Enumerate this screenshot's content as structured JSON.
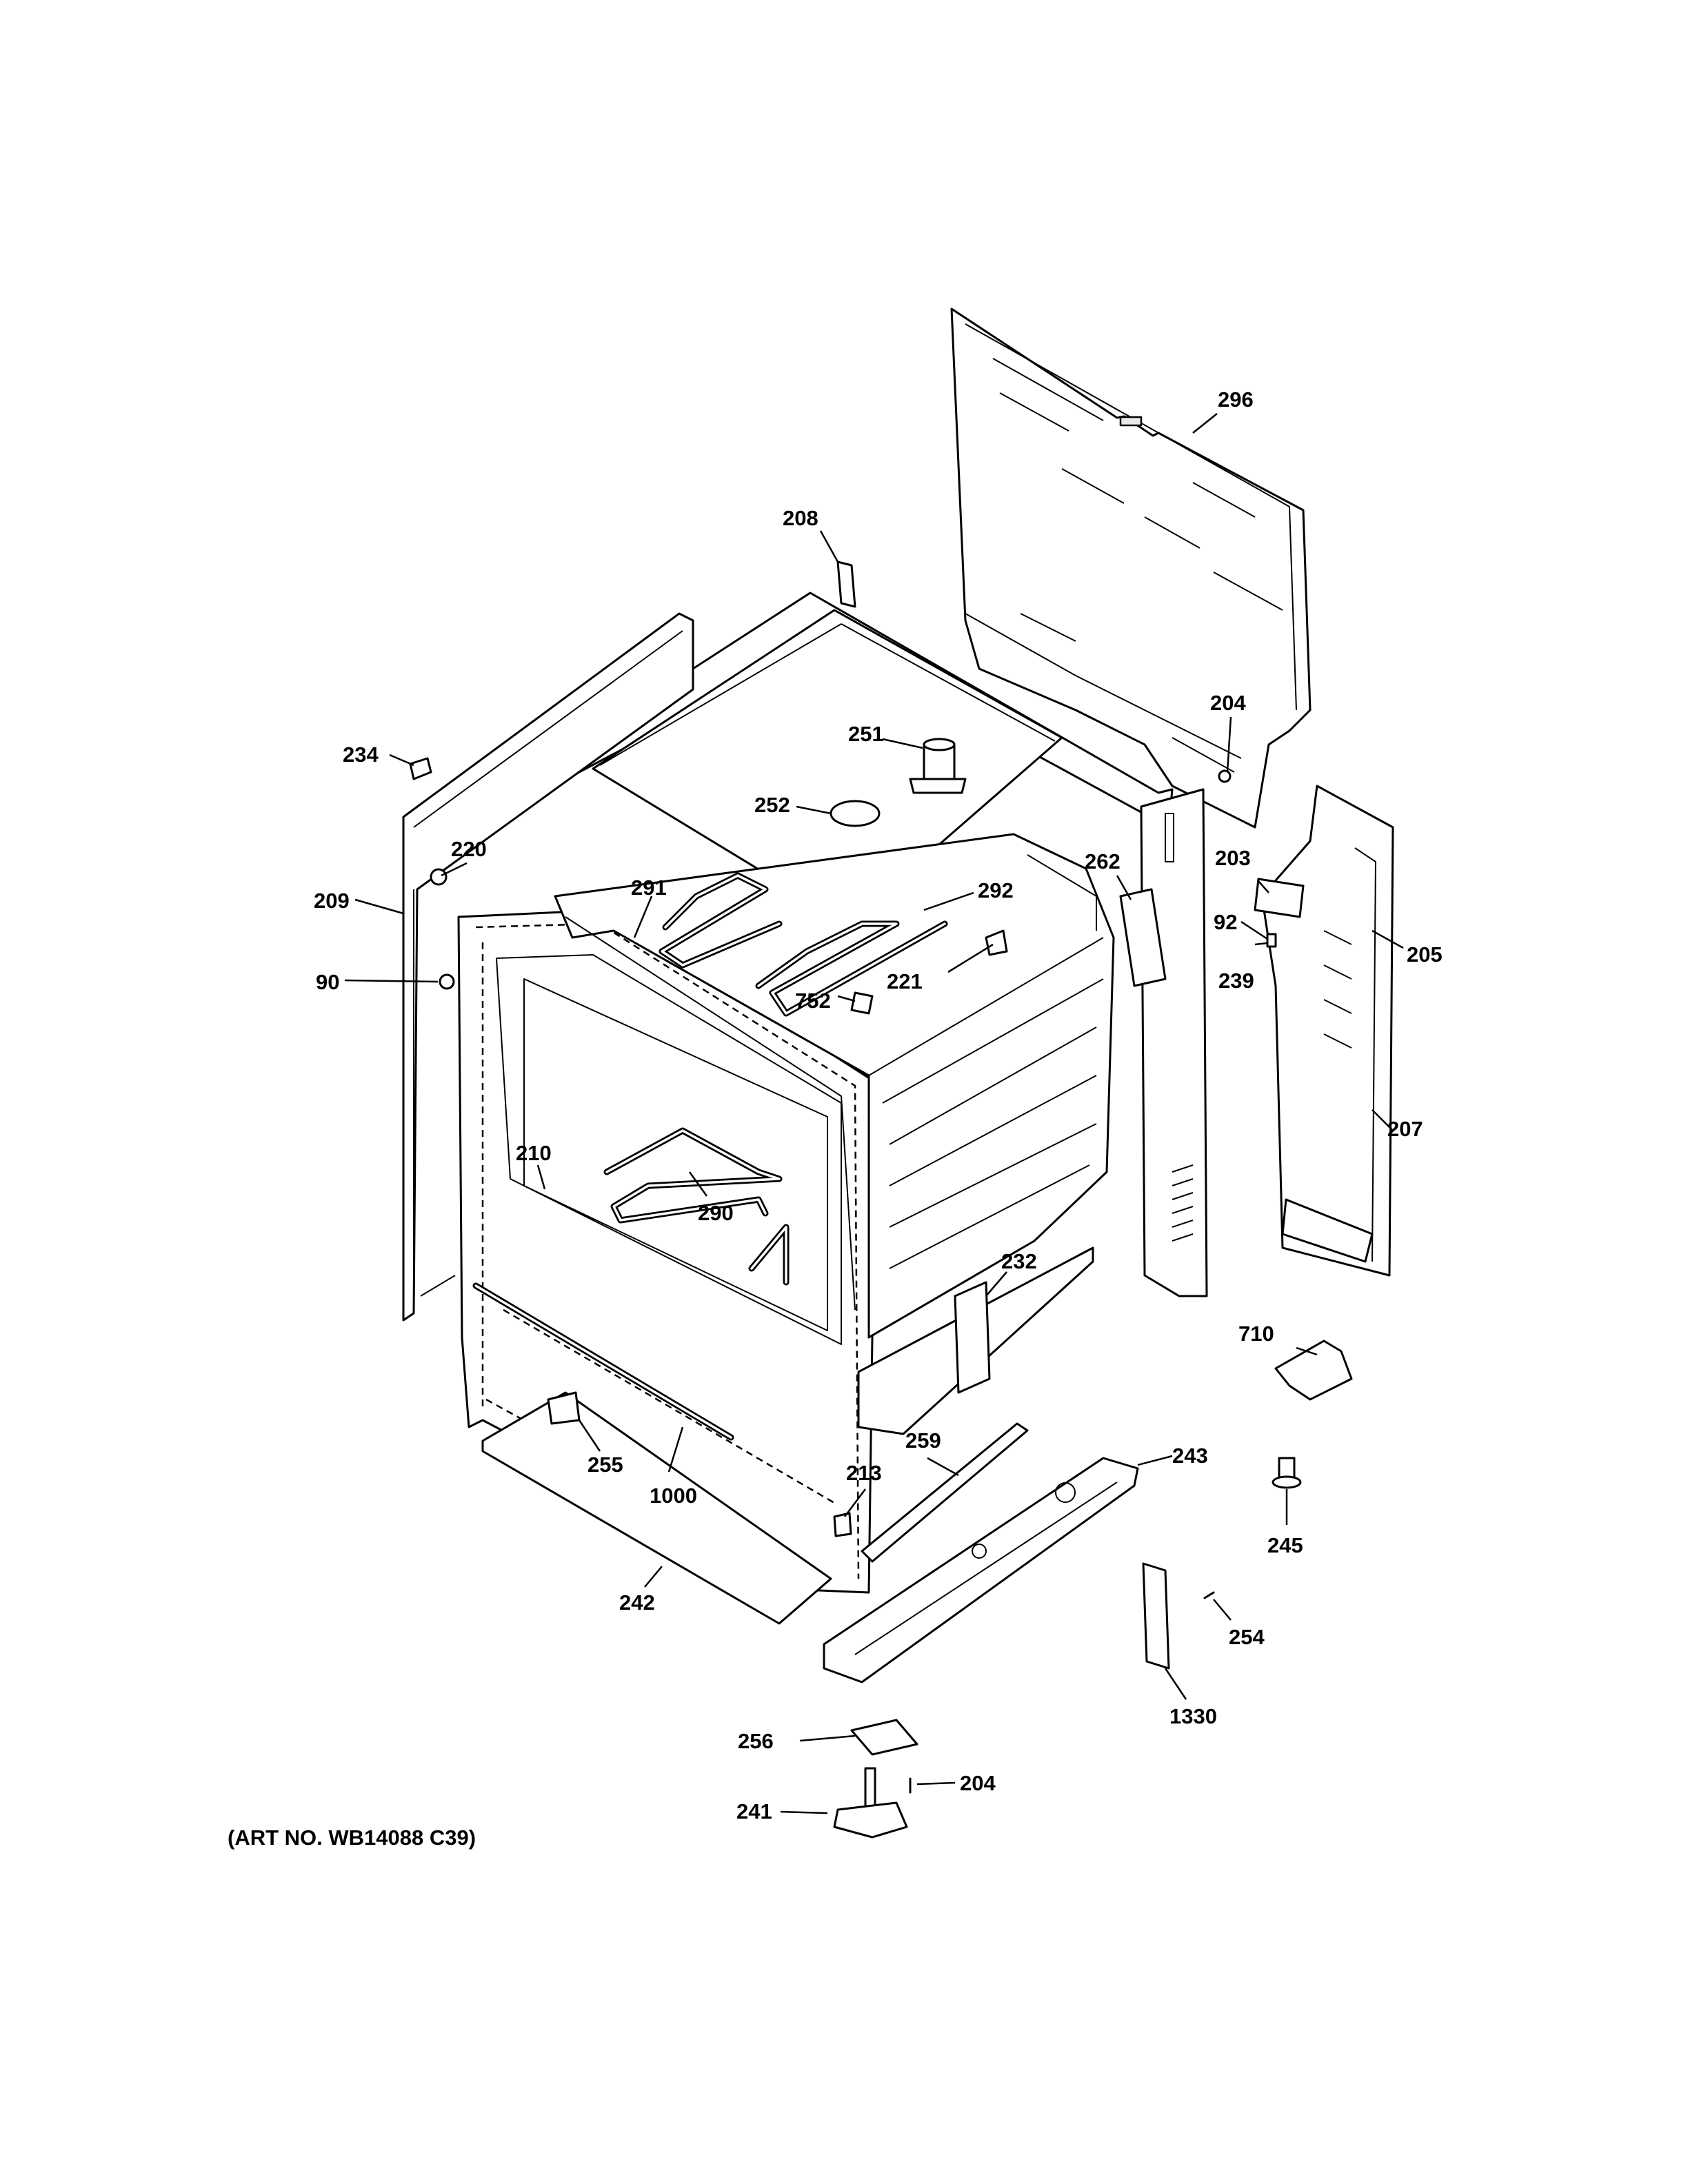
{
  "caption": "(ART NO. WB14088 C39)",
  "callouts": {
    "c296": "296",
    "c208": "208",
    "c204a": "204",
    "c234": "234",
    "c251": "251",
    "c220": "220",
    "c252": "252",
    "c203": "203",
    "c262": "262",
    "c209": "209",
    "c291": "291",
    "c292": "292",
    "c92": "92",
    "c205": "205",
    "c90": "90",
    "c221": "221",
    "c239": "239",
    "c752": "752",
    "c207": "207",
    "c210": "210",
    "c290": "290",
    "c232": "232",
    "c710": "710",
    "c259": "259",
    "c243": "243",
    "c213": "213",
    "c255": "255",
    "c1000": "1000",
    "c245": "245",
    "c242": "242",
    "c254": "254",
    "c1330": "1330",
    "c256": "256",
    "c204b": "204",
    "c241": "241"
  }
}
